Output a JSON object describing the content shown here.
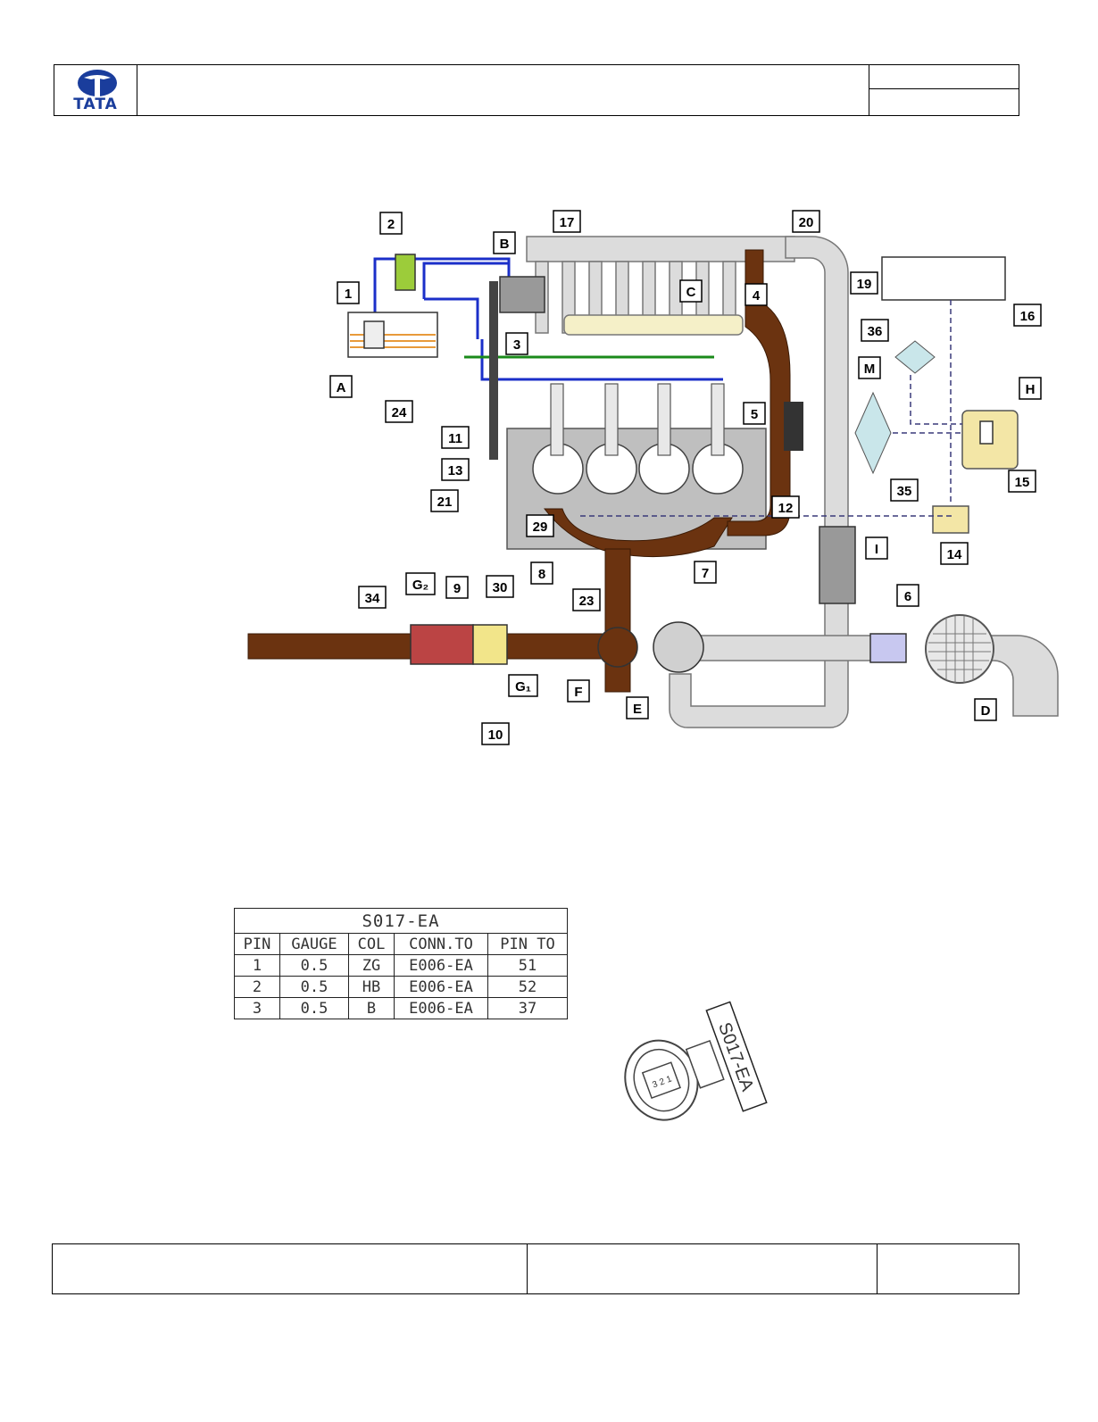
{
  "header": {
    "logo_text": "TATA",
    "brand_color": "#1a3d9c"
  },
  "diagram": {
    "labels": [
      "1",
      "2",
      "3",
      "4",
      "5",
      "6",
      "7",
      "8",
      "9",
      "10",
      "11",
      "12",
      "13",
      "14",
      "15",
      "16",
      "17",
      "19",
      "20",
      "21",
      "23",
      "24",
      "29",
      "30",
      "34",
      "35",
      "36",
      "A",
      "B",
      "C",
      "D",
      "E",
      "F",
      "G₂",
      "G₁",
      "H",
      "I",
      "M"
    ],
    "colors": {
      "fuel_low": "#1b2fc9",
      "fuel_return": "#1a8a1a",
      "exhaust": "#6b3310",
      "intake": "#d9d9d9",
      "ecu": "#f3e6a6"
    }
  },
  "connector_table": {
    "title": "S017-EA",
    "headers": [
      "PIN",
      "GAUGE",
      "COL",
      "CONN.TO",
      "PIN TO"
    ],
    "rows": [
      [
        "1",
        "0.5",
        "ZG",
        "E006-EA",
        "51"
      ],
      [
        "2",
        "0.5",
        "HB",
        "E006-EA",
        "52"
      ],
      [
        "3",
        "0.5",
        "B",
        "E006-EA",
        "37"
      ]
    ]
  },
  "connector": {
    "tag": "S017-EA",
    "pins": "3 2 1"
  }
}
